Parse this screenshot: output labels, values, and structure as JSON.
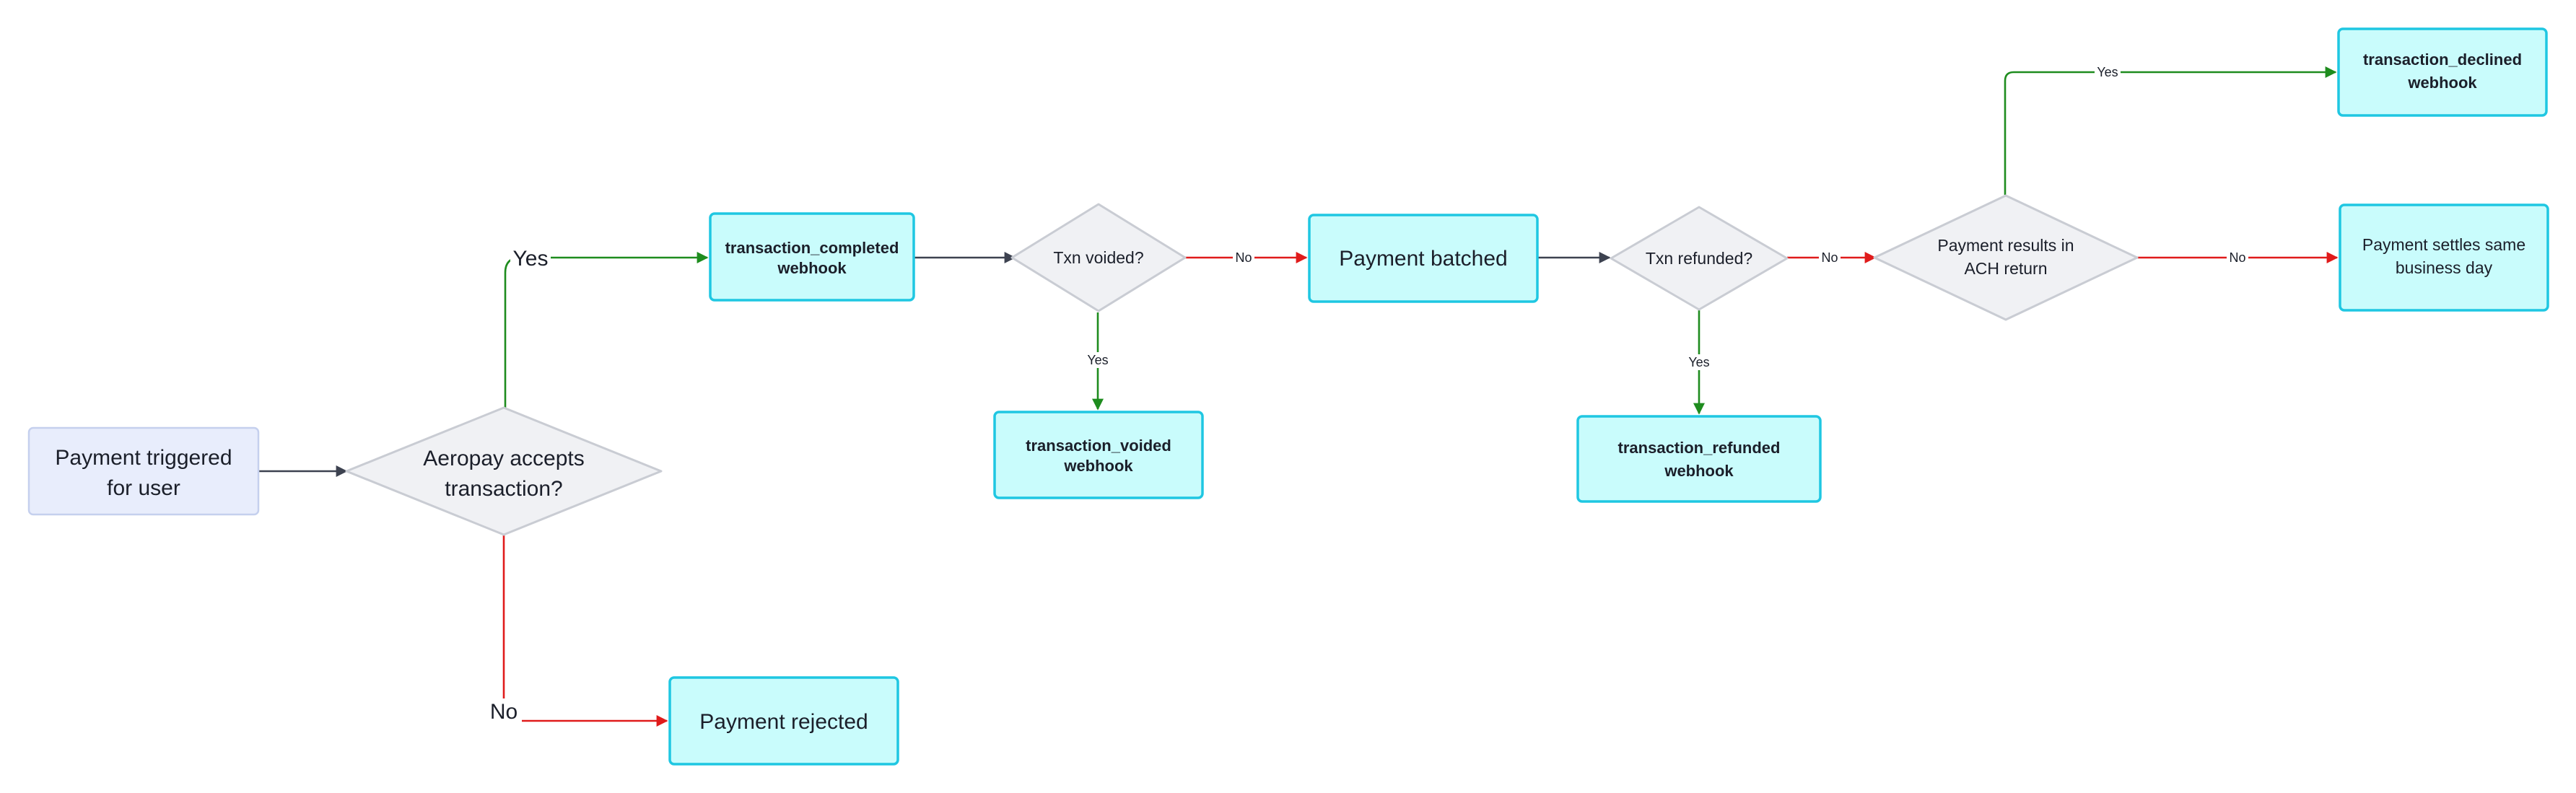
{
  "nodes": {
    "start": {
      "line1": "Payment triggered",
      "line2": "for user"
    },
    "accepts": {
      "line1": "Aeropay accepts",
      "line2": "transaction?"
    },
    "completed": {
      "line1": "transaction_completed",
      "line2": "webhook"
    },
    "rejected": {
      "line1": "Payment rejected"
    },
    "voided_q": {
      "line1": "Txn voided?"
    },
    "voided": {
      "line1": "transaction_voided",
      "line2": "webhook"
    },
    "batched": {
      "line1": "Payment batched"
    },
    "refunded_q": {
      "line1": "Txn refunded?"
    },
    "refunded": {
      "line1": "transaction_refunded",
      "line2": "webhook"
    },
    "ach_q": {
      "line1": "Payment results in",
      "line2": "ACH return"
    },
    "declined": {
      "line1": "transaction_declined",
      "line2": "webhook"
    },
    "settles": {
      "line1": "Payment settles same",
      "line2": "business day"
    }
  },
  "edges": {
    "accepts_yes": "Yes",
    "accepts_no": "No",
    "voided_no": "No",
    "voided_yes": "Yes",
    "refunded_no": "No",
    "refunded_yes": "Yes",
    "ach_yes": "Yes",
    "ach_no": "No"
  },
  "colors": {
    "process_fill": "#c9fcfc",
    "process_border": "#1fc7e2",
    "start_fill": "#e8edfc",
    "decision_fill": "#f0f1f4",
    "yes_edge": "#1e8c1e",
    "no_edge": "#e01b1b",
    "plain_edge": "#3d4250"
  }
}
